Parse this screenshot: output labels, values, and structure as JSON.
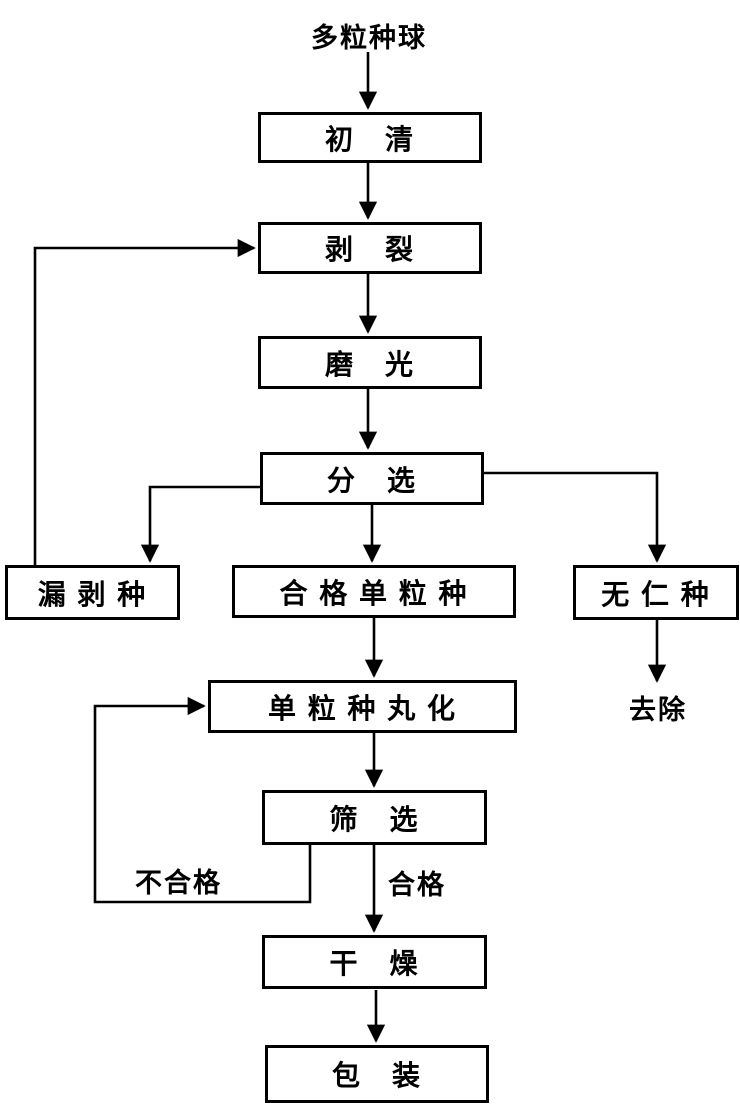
{
  "diagram": {
    "title": "多粒种球",
    "nodes": {
      "chu_qing": "初　清",
      "bo_lie": "剥　裂",
      "mo_guang": "磨　光",
      "fen_xuan": "分　选",
      "lou_bo_zhong": "漏 剥 种",
      "he_ge_dan_li_zhong": "合 格 单 粒 种",
      "wu_ren_zhong": "无 仁 种",
      "dan_li_zhong_wan_hua": "单 粒 种 丸 化",
      "shai_xuan": "筛　选",
      "gan_zao": "干　燥",
      "bao_zhuang": "包　装"
    },
    "labels": {
      "qu_chu": "去除",
      "bu_he_ge": "不合格",
      "he_ge": "合格"
    }
  }
}
